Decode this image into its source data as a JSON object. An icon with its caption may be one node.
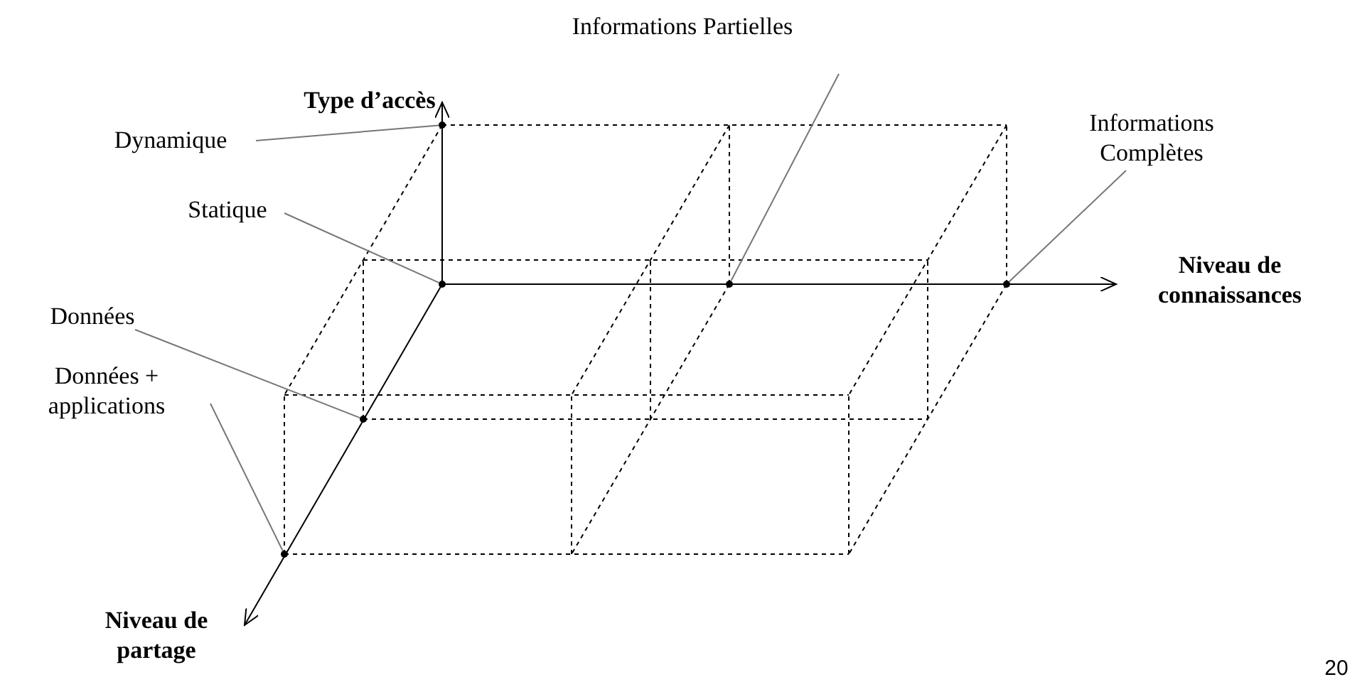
{
  "diagram": {
    "nodes": [
      {
        "text": [
          "Dynamique"
        ]
      },
      {
        "text": [
          "Statique"
        ]
      },
      {
        "text": [
          "Données"
        ]
      },
      {
        "text": [
          "Données + applications"
        ]
      },
      {
        "text": [
          "Informations Partielles"
        ]
      },
      {
        "text": [
          "Informations Complètes"
        ]
      },
      {
        "text": [],
        "shape": "circle"
      },
      {
        "text": [],
        "shape": "circle"
      },
      {
        "text": [],
        "shape": "circle"
      },
      {
        "text": [],
        "shape": "circle"
      },
      {
        "text": [],
        "shape": "circle"
      },
      {
        "text": [],
        "shape": "circle"
      }
    ],
    "edges": [
      {
        "from": 0,
        "to": 8,
        "arrow": "none"
      },
      {
        "from": 1,
        "to": 9,
        "arrow": "none"
      },
      {
        "from": 2,
        "to": 7,
        "arrow": "none"
      },
      {
        "from": 3,
        "to": 6,
        "arrow": "none"
      },
      {
        "from": 4,
        "to": 10,
        "arrow": "none"
      },
      {
        "from": 5,
        "to": 11,
        "arrow": "none"
      }
    ],
    "labels": [
      "Type d’accès",
      "Niveau de connaissances",
      "Niveau de partage",
      "20"
    ]
  }
}
